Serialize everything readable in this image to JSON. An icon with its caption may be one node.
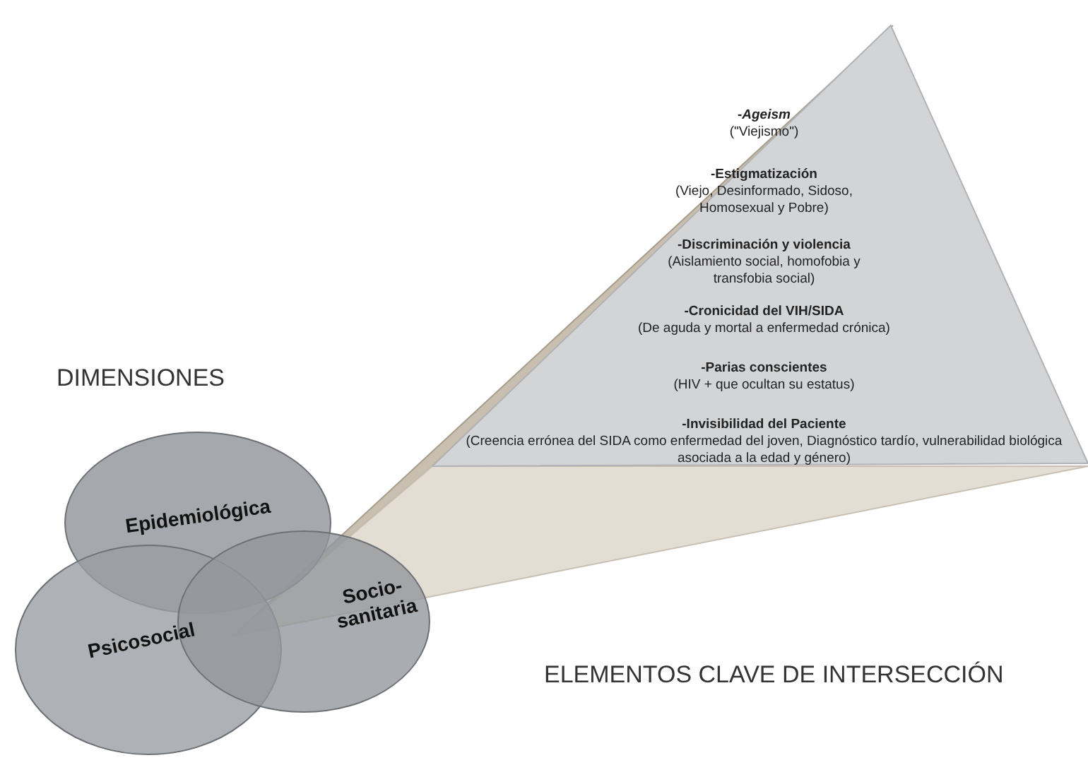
{
  "diagram": {
    "nodes": [
      {
        "text": [
          "Epidemiológica"
        ]
      },
      {
        "text": [
          "Psicosocial"
        ]
      },
      {
        "text": [
          "Socio- sanitaria"
        ]
      },
      {
        "text": [
          "-*Ageism*",
          "(\"Viejismo\")",
          "-Estigmatización",
          "(Viejo, Desinformado, Sidoso, Homosexual y Pobre)",
          "-Discriminación y violencia",
          "(Aislamiento social, homofobia y transfobia social)",
          "-Cronicidad del VIH/SIDA",
          "(De aguda y mortal a enfermedad crónica)",
          "-Parias conscientes",
          "(HIV + que ocultan su estatus)",
          "-Invisibilidad del Paciente",
          "(Creencia errónea del SIDA como enfermedad del joven, Diagnóstico tardío, vulnerabilidad biológica asociada a la edad y género)"
        ]
      }
    ],
    "edges": [],
    "labels": [
      "DIMENSIONES",
      "ELEMENTOS CLAVE DE INTERSECCIÓN"
    ]
  }
}
